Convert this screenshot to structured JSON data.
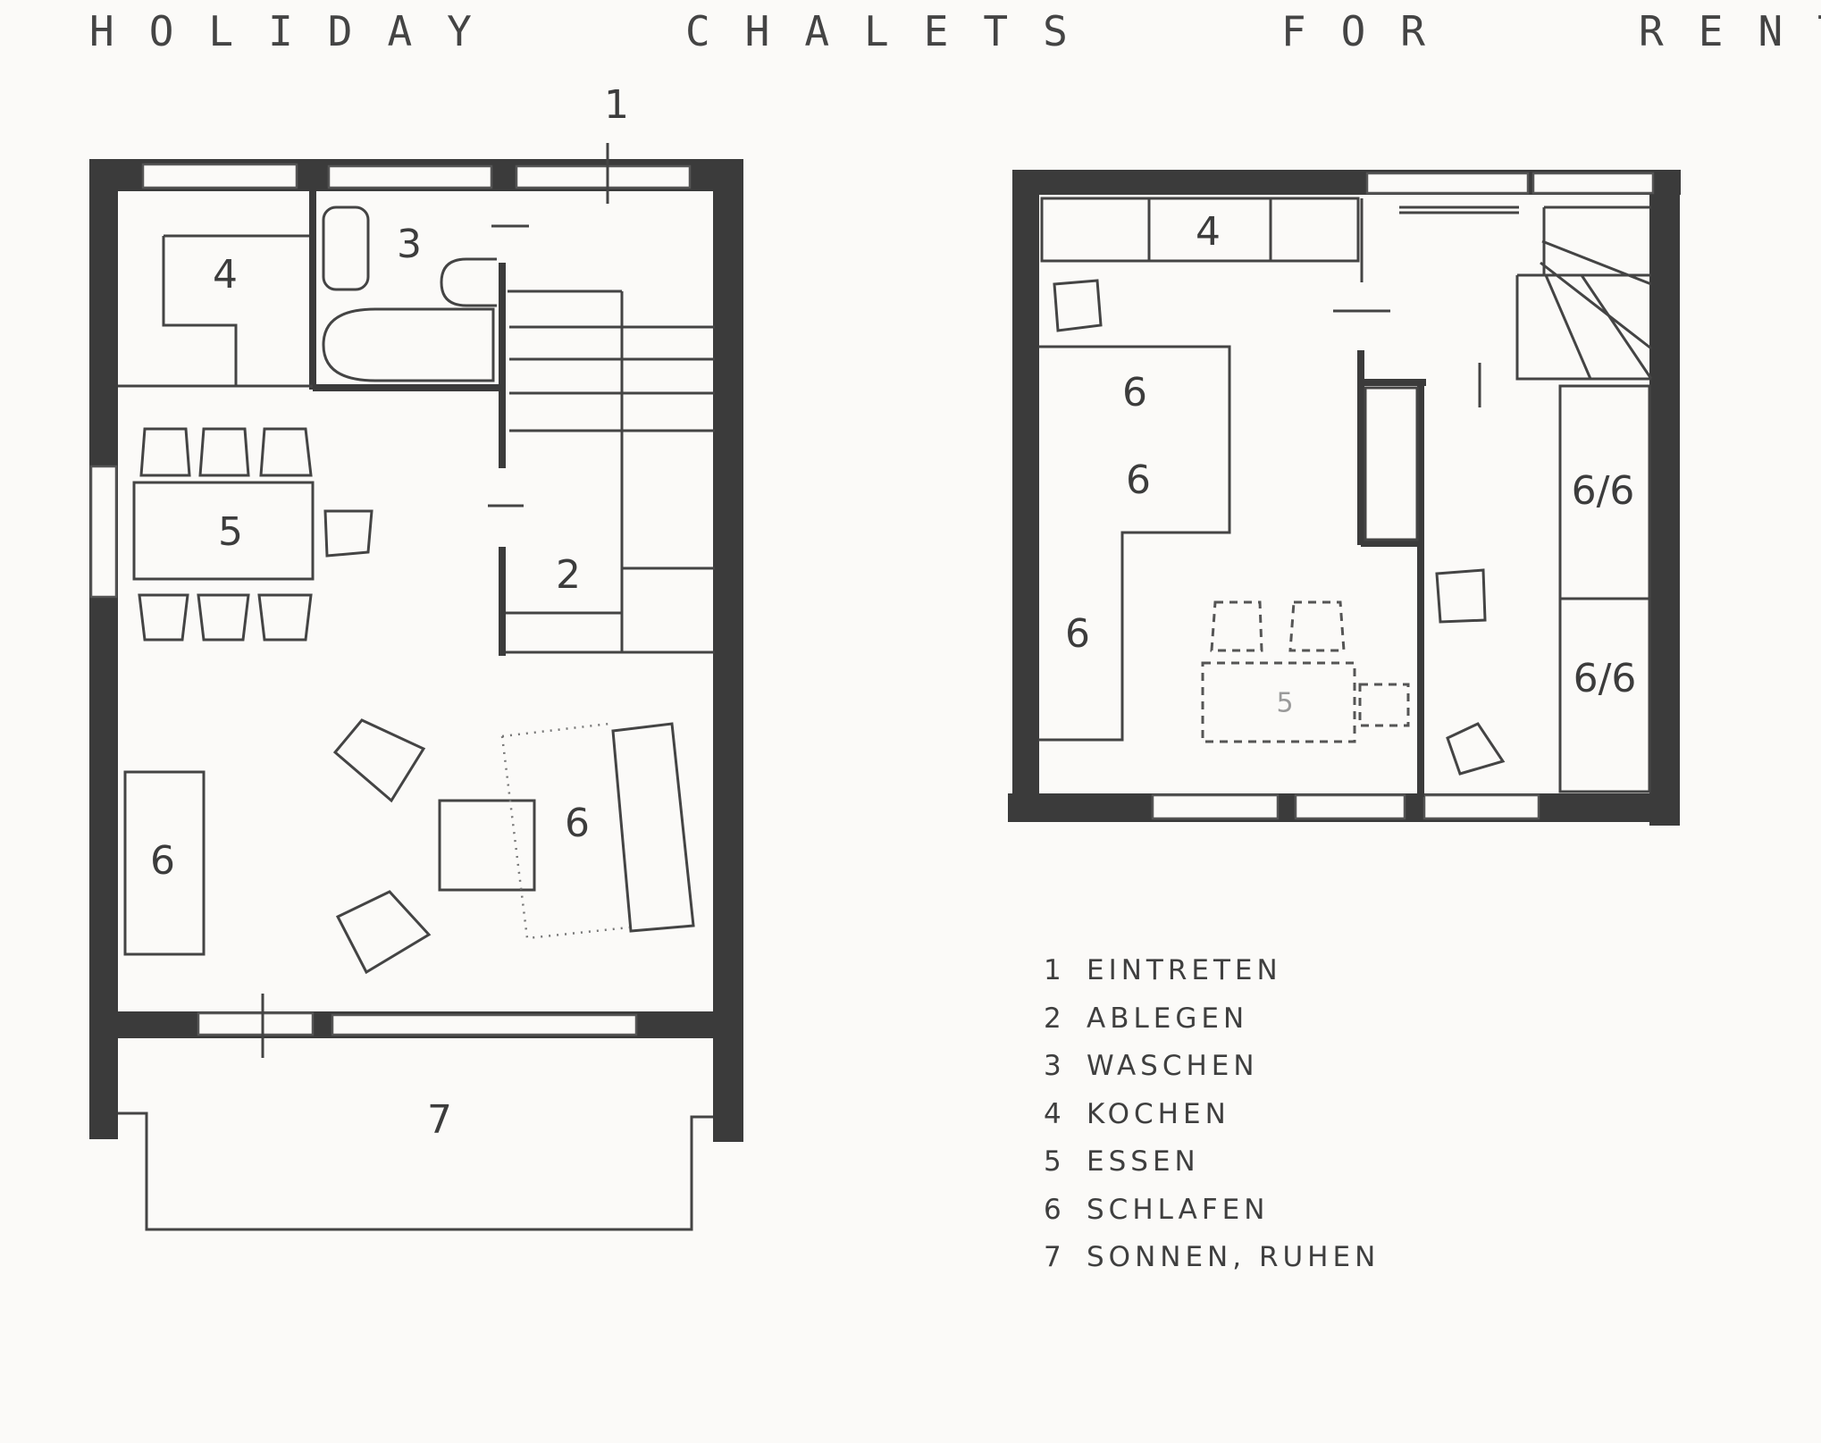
{
  "title": "HOLIDAY   CHALETS   FOR   RENT",
  "ground_floor": {
    "entrance_marker": "1",
    "rooms": {
      "wash": "3",
      "kitchen": "4",
      "dining": "5",
      "cloakroom": "2",
      "sleep_sofa_left": "6",
      "sleep_sofa_right": "6",
      "terrace": "7"
    }
  },
  "upper_floor": {
    "rooms": {
      "kitchen": "4",
      "bed_a": "6",
      "bed_b": "6",
      "bed_c": "6",
      "bunk_upper": "6/6",
      "bunk_lower": "6/6",
      "table_marker": "5"
    }
  },
  "legend": [
    {
      "num": "1",
      "label": "EINTRETEN"
    },
    {
      "num": "2",
      "label": "ABLEGEN"
    },
    {
      "num": "3",
      "label": "WASCHEN"
    },
    {
      "num": "4",
      "label": "KOCHEN"
    },
    {
      "num": "5",
      "label": "ESSEN"
    },
    {
      "num": "6",
      "label": "SCHLAFEN"
    },
    {
      "num": "7",
      "label": "SONNEN, RUHEN"
    }
  ]
}
